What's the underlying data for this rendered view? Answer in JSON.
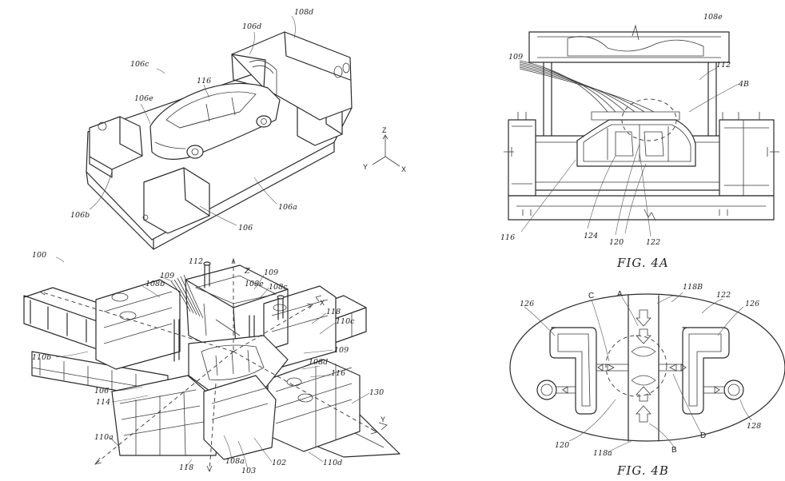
{
  "fig1": {
    "labels": [
      "108d",
      "106d",
      "106c",
      "116",
      "106e",
      "106b",
      "106a",
      "106"
    ],
    "axes": [
      "Z",
      "Y",
      "X"
    ]
  },
  "fig2": {
    "labels": [
      "100",
      "112",
      "Z",
      "109",
      "108b",
      "109",
      "108e",
      "108c",
      "X",
      "118",
      "110c",
      "110b",
      "109",
      "108d",
      "116",
      "106",
      "114",
      "130",
      "Y",
      "110a",
      "118",
      "108a",
      "103",
      "102",
      "110d"
    ]
  },
  "fig4a": {
    "caption": "FIG. 4A",
    "labels": [
      "108e",
      "109",
      "112",
      "4B",
      "116",
      "124",
      "120",
      "122"
    ]
  },
  "fig4b": {
    "caption": "FIG. 4B",
    "labels": [
      "118B",
      "C",
      "A",
      "122",
      "126",
      "126",
      "128",
      "120",
      "118a",
      "B",
      "D"
    ]
  }
}
